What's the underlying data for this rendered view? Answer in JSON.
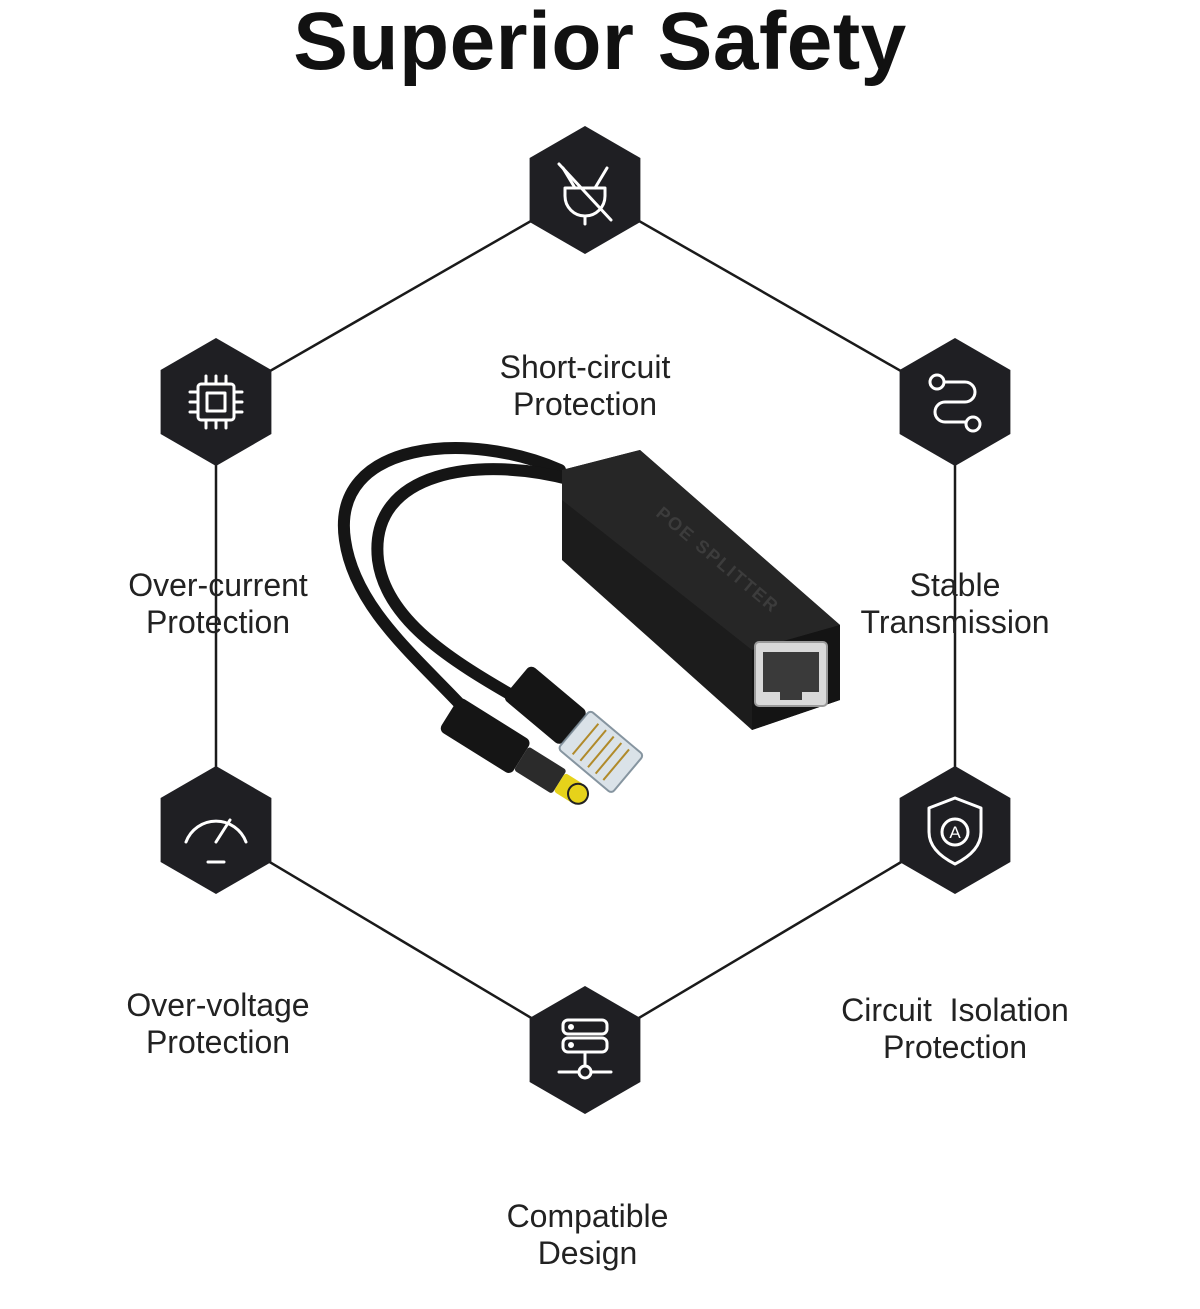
{
  "title": "Superior Safety",
  "colors": {
    "badge": "#1f1f23",
    "icon_stroke": "#ffffff",
    "connector_line": "#1a1a1a",
    "device_body": "#1c1c1c",
    "dc_tip": "#e6d21a"
  },
  "features": [
    {
      "icon": "no-plug-icon",
      "lines": [
        "Short-circuit",
        "Protection"
      ]
    },
    {
      "icon": "chip-icon",
      "lines": [
        "Over-current",
        "Protection"
      ]
    },
    {
      "icon": "route-icon",
      "lines": [
        "Stable",
        "Transmission"
      ]
    },
    {
      "icon": "gauge-icon",
      "lines": [
        "Over-voltage",
        "Protection"
      ]
    },
    {
      "icon": "shield-icon",
      "lines": [
        "Circuit  Isolation",
        "Protection"
      ]
    },
    {
      "icon": "server-icon",
      "lines": [
        "Compatible",
        "Design"
      ]
    }
  ],
  "device": {
    "label": "POE SPLITTER"
  }
}
